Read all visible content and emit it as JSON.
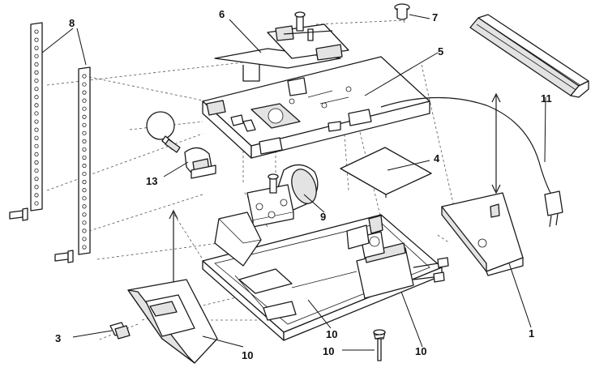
{
  "diagram": {
    "type": "exploded-parts-view",
    "callouts": [
      "8",
      "6",
      "7",
      "5",
      "11",
      "4",
      "13",
      "9",
      "1",
      "3",
      "10",
      "10",
      "10",
      "10"
    ]
  }
}
